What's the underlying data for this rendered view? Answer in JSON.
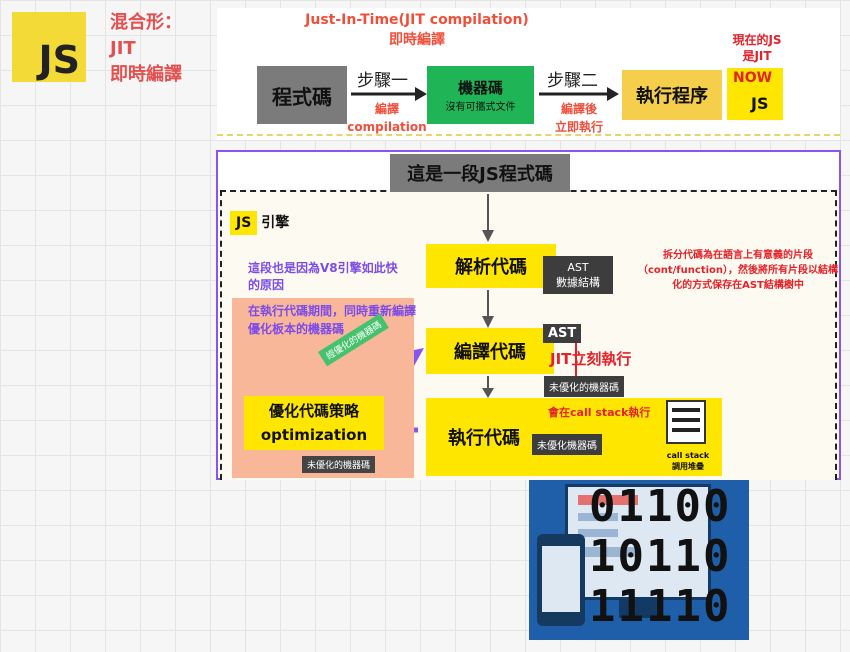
{
  "logo": {
    "text": "JS"
  },
  "hybrid_label": {
    "line1": "混合形：",
    "line2": "JIT",
    "line3": "即時編譯"
  },
  "jit_header": {
    "title": "Just-In-Time(JIT compilation)",
    "subtitle": "即時編譯"
  },
  "pipeline": {
    "source": "程式碼",
    "step1": "步驟一",
    "step1_desc_1": "編譯",
    "step1_desc_2": "compilation",
    "machine_code": "機器碼",
    "machine_code_note": "沒有可攜式文件",
    "step2": "步驟二",
    "step2_desc_1": "編譯後",
    "step2_desc_2": "立即執行",
    "execute": "執行程序"
  },
  "now_js": {
    "caption_1": "現在的JS",
    "caption_2": "是JIT",
    "now": "NOW",
    "js": "JS"
  },
  "engine": {
    "code_title": "這是一段JS程式碼",
    "engine_hl": "JS",
    "engine_label": "引擎",
    "v8_note": "這段也是因為V8引擎如此快的原因",
    "recompile_note": "在執行代碼期間，同時重新編譯優化板本的機器碼",
    "parse": "解析代碼",
    "ast_1": "AST",
    "ast_2": "數據結構",
    "parse_note": "拆分代碼為在語言上有意義的片段（cont/function），然後將所有片段以結構化的方式保存在AST結構樹中",
    "compile": "編譯代碼",
    "ast_label": "AST",
    "jit_run": "JIT立刻執行",
    "unoptimized_1": "未優化的機器碼",
    "execute": "執行代碼",
    "callstack_note": "會在call stack執行",
    "unoptimized_2": "未優化機器碼",
    "callstack_label_1": "call stack",
    "callstack_label_2": "調用堆疊",
    "optimize_1": "優化代碼策略",
    "optimize_2": "optimization",
    "unoptimized_3": "未優化的機器碼",
    "optimized_tag": "經優化的機器碼"
  },
  "binary": {
    "line1": "01100",
    "line2": "10110",
    "line3": "11110"
  },
  "colors": {
    "yellow": "#ffe600",
    "purple": "#8a55ee",
    "red": "#e4222a",
    "green": "#1fb455",
    "gray": "#7b7b7b"
  }
}
